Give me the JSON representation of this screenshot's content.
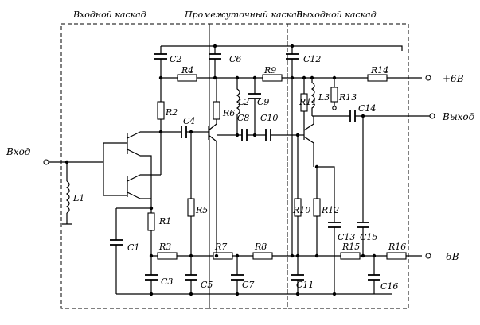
{
  "sections": {
    "input": "Входной каскад",
    "intermediate": "Промежуточный каскад",
    "output": "Выходной каскад"
  },
  "io": {
    "input": "Вход",
    "output": "Выход",
    "plus": "+6В",
    "minus": "-6В"
  },
  "components": {
    "L1": "L1",
    "L2": "L2",
    "L3": "L3",
    "R1": "R1",
    "R2": "R2",
    "R3": "R3",
    "R4": "R4",
    "R5": "R5",
    "R6": "R6",
    "R7": "R7",
    "R8": "R8",
    "R9": "R9",
    "R10": "R10",
    "R11": "R11",
    "R12": "R12",
    "R13": "R13",
    "R14": "R14",
    "R15": "R15",
    "R16": "R16",
    "C1": "C1",
    "C2": "C2",
    "C3": "C3",
    "C4": "C4",
    "C5": "C5",
    "C6": "C6",
    "C7": "C7",
    "C8": "C8",
    "C9": "C9",
    "C10": "C10",
    "C11": "C11",
    "C12": "C12",
    "C13": "C13",
    "C14": "C14",
    "C15": "C15",
    "C16": "C16"
  }
}
